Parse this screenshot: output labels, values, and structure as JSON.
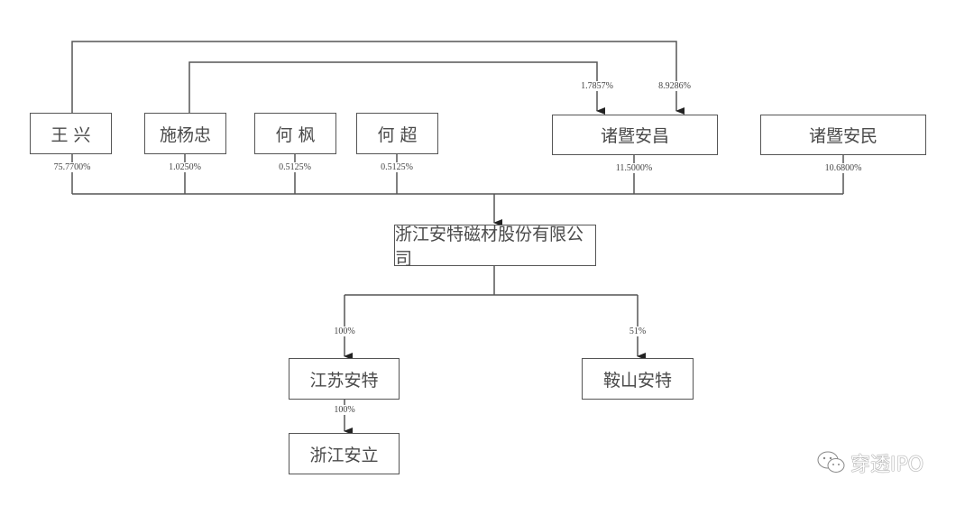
{
  "diagram": {
    "type": "ownership-structure",
    "entities": {
      "wang_xing": "王 兴",
      "shi_yangzhong": "施杨忠",
      "he_feng": "何 枫",
      "he_chao": "何 超",
      "zhuji_anchang": "诸暨安昌",
      "zhuji_anmin": "诸暨安民",
      "company": "浙江安特磁材股份有限公司",
      "jiangsu_ante": "江苏安特",
      "anshan_ante": "鞍山安特",
      "zhejiang_anli": "浙江安立"
    },
    "edges": [
      {
        "from": "wang_xing",
        "to": "company",
        "label": "75.7700%"
      },
      {
        "from": "shi_yangzhong",
        "to": "company",
        "label": "1.0250%"
      },
      {
        "from": "he_feng",
        "to": "company",
        "label": "0.5125%"
      },
      {
        "from": "he_chao",
        "to": "company",
        "label": "0.5125%"
      },
      {
        "from": "zhuji_anchang",
        "to": "company",
        "label": "11.5000%"
      },
      {
        "from": "zhuji_anmin",
        "to": "company",
        "label": "10.6800%"
      },
      {
        "from": "shi_yangzhong",
        "to": "zhuji_anchang",
        "label": "1.7857%"
      },
      {
        "from": "wang_xing",
        "to": "zhuji_anchang",
        "label": "8.9286%"
      },
      {
        "from": "company",
        "to": "jiangsu_ante",
        "label": "100%"
      },
      {
        "from": "company",
        "to": "anshan_ante",
        "label": "51%"
      },
      {
        "from": "jiangsu_ante",
        "to": "zhejiang_anli",
        "label": "100%"
      }
    ]
  },
  "watermark": {
    "icon": "wechat-icon",
    "text": "穿透IPO"
  }
}
